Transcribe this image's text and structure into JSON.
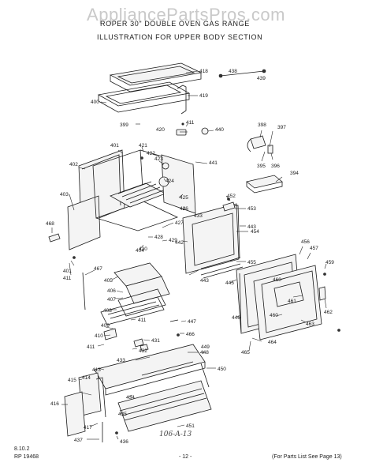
{
  "watermark": "AppliancePartsPros.com",
  "title": {
    "line1": "ROPER 30\" DOUBLE OVEN GAS RANGE",
    "line2": "ILLUSTRATION FOR UPPER BODY SECTION"
  },
  "footer": {
    "code": "8.10.2",
    "rp": "RP 19468",
    "page": "- 12 -",
    "parts_note": "(For Parts List See Page 13)",
    "handwritten": "106-A-13"
  },
  "parts": [
    {
      "n": "418"
    },
    {
      "n": "438"
    },
    {
      "n": "439"
    },
    {
      "n": "419"
    },
    {
      "n": "400"
    },
    {
      "n": "411"
    },
    {
      "n": "420"
    },
    {
      "n": "440"
    },
    {
      "n": "399"
    },
    {
      "n": "398"
    },
    {
      "n": "397"
    },
    {
      "n": "395"
    },
    {
      "n": "396"
    },
    {
      "n": "394"
    },
    {
      "n": "401"
    },
    {
      "n": "421"
    },
    {
      "n": "422"
    },
    {
      "n": "423"
    },
    {
      "n": "441"
    },
    {
      "n": "402"
    },
    {
      "n": "424"
    },
    {
      "n": "425"
    },
    {
      "n": "403"
    },
    {
      "n": "426"
    },
    {
      "n": "452"
    },
    {
      "n": "453"
    },
    {
      "n": "433"
    },
    {
      "n": "427"
    },
    {
      "n": "468"
    },
    {
      "n": "428"
    },
    {
      "n": "429"
    },
    {
      "n": "442"
    },
    {
      "n": "443"
    },
    {
      "n": "454"
    },
    {
      "n": "404"
    },
    {
      "n": "430"
    },
    {
      "n": "455"
    },
    {
      "n": "456"
    },
    {
      "n": "457"
    },
    {
      "n": "401"
    },
    {
      "n": "411"
    },
    {
      "n": "467"
    },
    {
      "n": "405"
    },
    {
      "n": "443"
    },
    {
      "n": "445"
    },
    {
      "n": "460"
    },
    {
      "n": "459"
    },
    {
      "n": "406"
    },
    {
      "n": "461"
    },
    {
      "n": "462"
    },
    {
      "n": "407"
    },
    {
      "n": "408"
    },
    {
      "n": "411"
    },
    {
      "n": "446"
    },
    {
      "n": "460"
    },
    {
      "n": "463"
    },
    {
      "n": "447"
    },
    {
      "n": "409"
    },
    {
      "n": "466"
    },
    {
      "n": "410"
    },
    {
      "n": "431"
    },
    {
      "n": "411"
    },
    {
      "n": "432"
    },
    {
      "n": "464"
    },
    {
      "n": "465"
    },
    {
      "n": "448"
    },
    {
      "n": "449"
    },
    {
      "n": "433"
    },
    {
      "n": "450"
    },
    {
      "n": "413"
    },
    {
      "n": "415"
    },
    {
      "n": "414"
    },
    {
      "n": "434"
    },
    {
      "n": "416"
    },
    {
      "n": "417"
    },
    {
      "n": "435"
    },
    {
      "n": "451"
    },
    {
      "n": "437"
    },
    {
      "n": "436"
    }
  ]
}
